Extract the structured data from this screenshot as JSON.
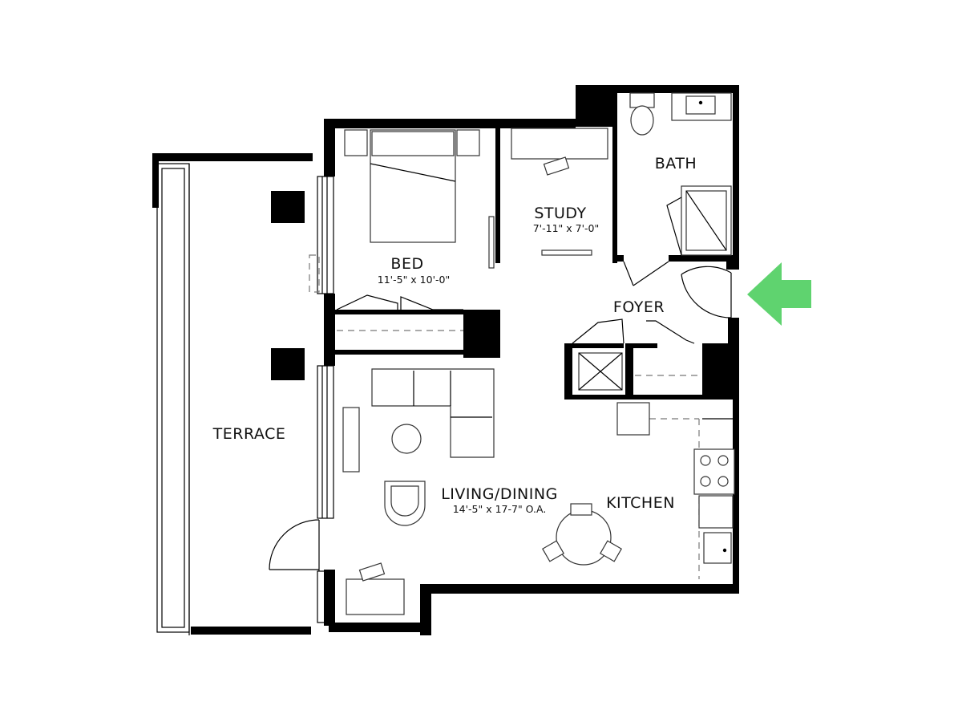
{
  "rooms": {
    "bed": {
      "name": "BED",
      "dims": "11'-5\" x 10'-0\""
    },
    "study": {
      "name": "STUDY",
      "dims": "7'-11\" x 7'-0\""
    },
    "bath": {
      "name": "BATH"
    },
    "foyer": {
      "name": "FOYER"
    },
    "terrace": {
      "name": "TERRACE"
    },
    "living": {
      "name": "LIVING/DINING",
      "dims": "14'-5\" x 17-7\" O.A."
    },
    "kitchen": {
      "name": "KITCHEN"
    }
  },
  "colors": {
    "entry_arrow": "#5fd36f",
    "walls": "#000000"
  },
  "icons": {
    "entry": "entry-arrow-icon"
  }
}
